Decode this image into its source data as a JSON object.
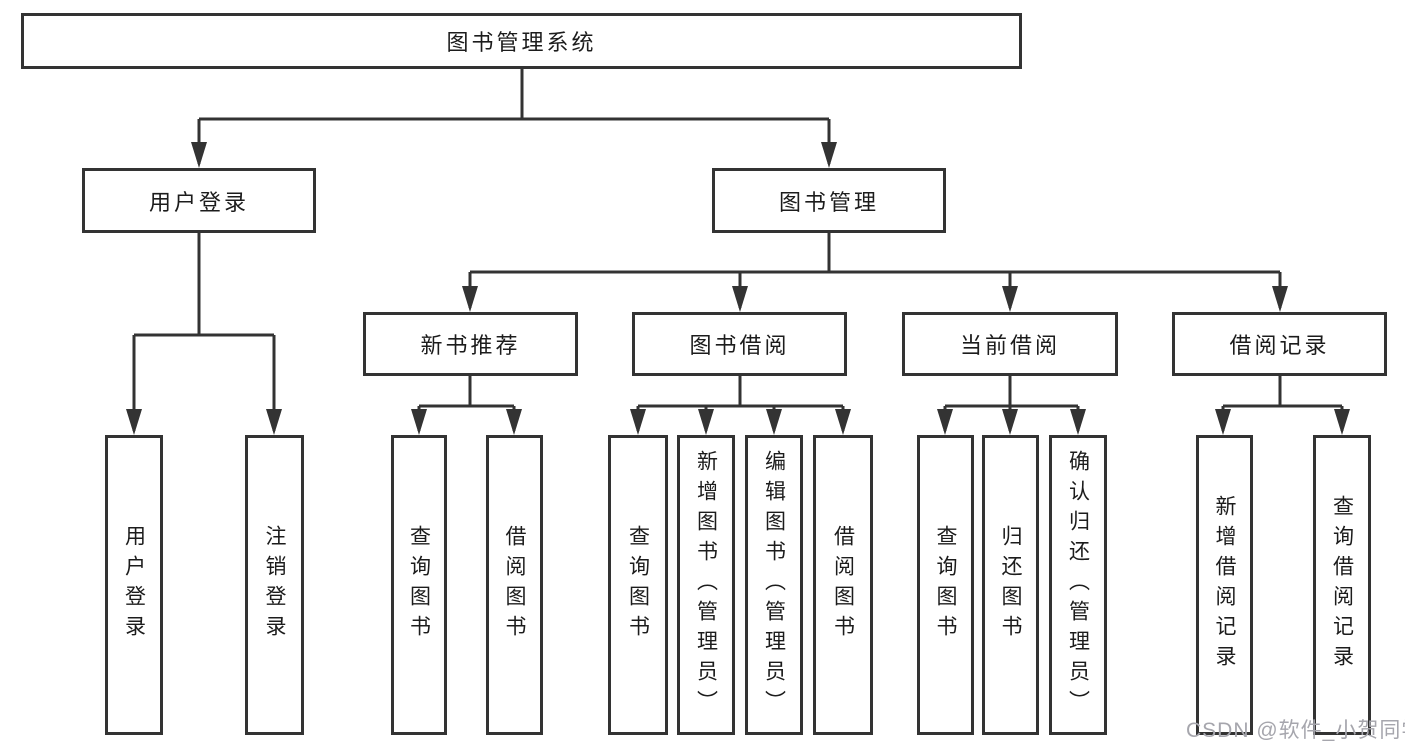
{
  "tree": {
    "root": "图书管理系统",
    "branches": [
      {
        "label": "用户登录",
        "leaves": [
          "用户登录",
          "注销登录"
        ]
      },
      {
        "label": "图书管理",
        "groups": [
          {
            "label": "新书推荐",
            "leaves": [
              "查询图书",
              "借阅图书"
            ]
          },
          {
            "label": "图书借阅",
            "leaves": [
              "查询图书",
              "新增图书（管理员）",
              "编辑图书（管理员）",
              "借阅图书"
            ]
          },
          {
            "label": "当前借阅",
            "leaves": [
              "查询图书",
              "归还图书",
              "确认归还（管理员）"
            ]
          },
          {
            "label": "借阅记录",
            "leaves": [
              "新增借阅记录",
              "查询借阅记录"
            ]
          }
        ]
      }
    ]
  },
  "watermark": {
    "text": "CSDN @软件_小贺同学"
  },
  "colors": {
    "line": "#333333",
    "text": "#1c1c1c",
    "box_background": "#ffffff",
    "watermark": "#a6a6ad",
    "background": "#ffffff"
  }
}
